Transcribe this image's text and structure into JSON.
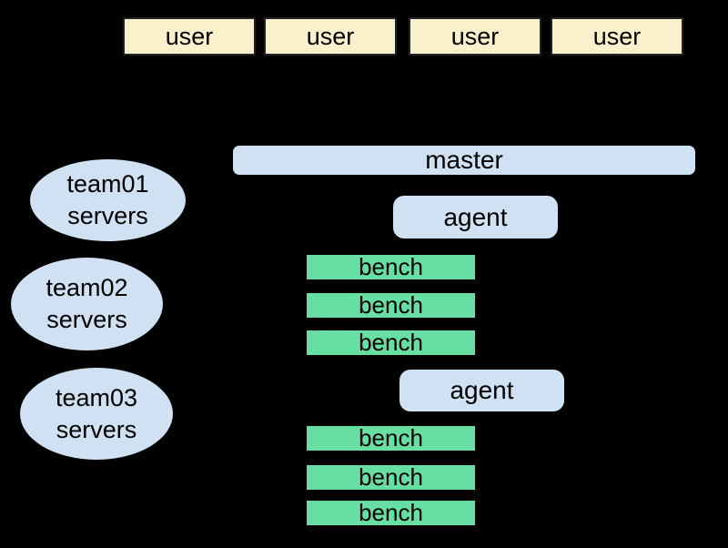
{
  "canvas": {
    "background": "#000000"
  },
  "colors": {
    "user_fill": "#FBF0CC",
    "user_border": "#222222",
    "blue_fill": "#CFE1F2",
    "green_fill": "#67DEA2",
    "text": "#000000"
  },
  "users": [
    {
      "label": "user"
    },
    {
      "label": "user"
    },
    {
      "label": "user"
    },
    {
      "label": "user"
    }
  ],
  "master": {
    "label": "master"
  },
  "clusters": [
    {
      "agent_label": "agent",
      "benches": [
        {
          "label": "bench"
        },
        {
          "label": "bench"
        },
        {
          "label": "bench"
        }
      ]
    },
    {
      "agent_label": "agent",
      "benches": [
        {
          "label": "bench"
        },
        {
          "label": "bench"
        },
        {
          "label": "bench"
        }
      ]
    }
  ],
  "teams": [
    {
      "name": "team01",
      "suffix": "servers"
    },
    {
      "name": "team02",
      "suffix": "servers"
    },
    {
      "name": "team03",
      "suffix": "servers"
    }
  ]
}
